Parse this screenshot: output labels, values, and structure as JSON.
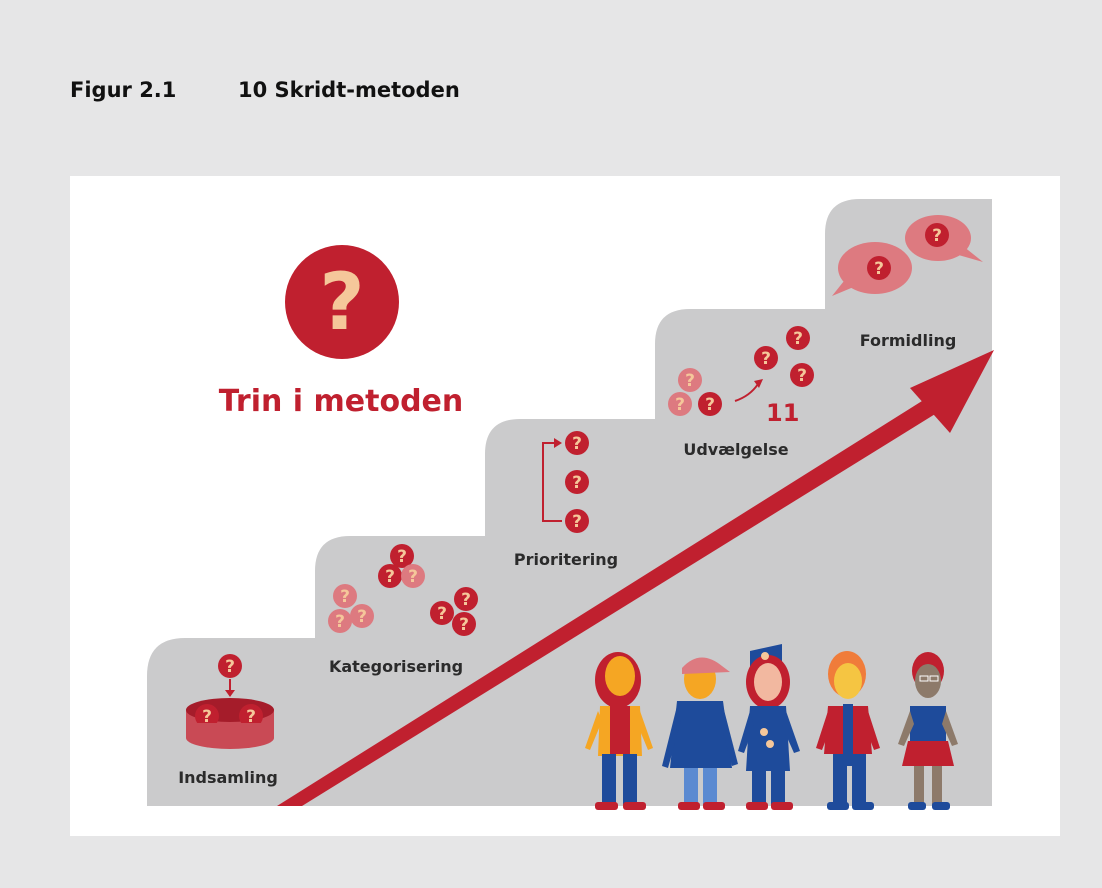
{
  "figure": {
    "number": "Figur 2.1",
    "title": "10 Skridt-metoden"
  },
  "diagram": {
    "heading": "Trin i metoden",
    "steps": [
      {
        "label": "Indsamling"
      },
      {
        "label": "Kategorisering"
      },
      {
        "label": "Prioritering"
      },
      {
        "label": "Udvælgelse"
      },
      {
        "label": "Formidling"
      }
    ],
    "selection_count": "11",
    "question_mark": "?"
  },
  "colors": {
    "brand_red": "#c0202f",
    "light_red": "#dd7a80",
    "question_yellow": "#f5c79a",
    "stair_gray": "#cbcbcc",
    "figure_blue": "#1e4b9b"
  },
  "icons": [
    "question-bubble-icon",
    "arrow-up-right-icon",
    "people-group-illustration",
    "speech-bubble-icon"
  ]
}
